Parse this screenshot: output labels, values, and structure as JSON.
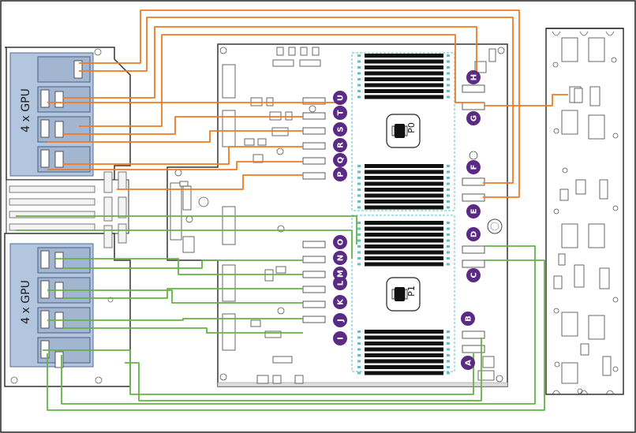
{
  "gpu_trays": [
    {
      "label": "4 x GPU"
    },
    {
      "label": "4 x GPU"
    }
  ],
  "cpus": [
    {
      "label": "P0"
    },
    {
      "label": "P1"
    }
  ],
  "badges": [
    "A",
    "B",
    "C",
    "D",
    "E",
    "F",
    "G",
    "H",
    "I",
    "J",
    "K",
    "L",
    "M",
    "N",
    "O",
    "P",
    "Q",
    "R",
    "S",
    "T",
    "U"
  ],
  "colors": {
    "orange_cable": "#f07a22",
    "green_cable": "#66b245",
    "badge": "#5a2a84",
    "gpu_tray": "#b2c6df",
    "dimm_region": "#5bbfd0"
  }
}
